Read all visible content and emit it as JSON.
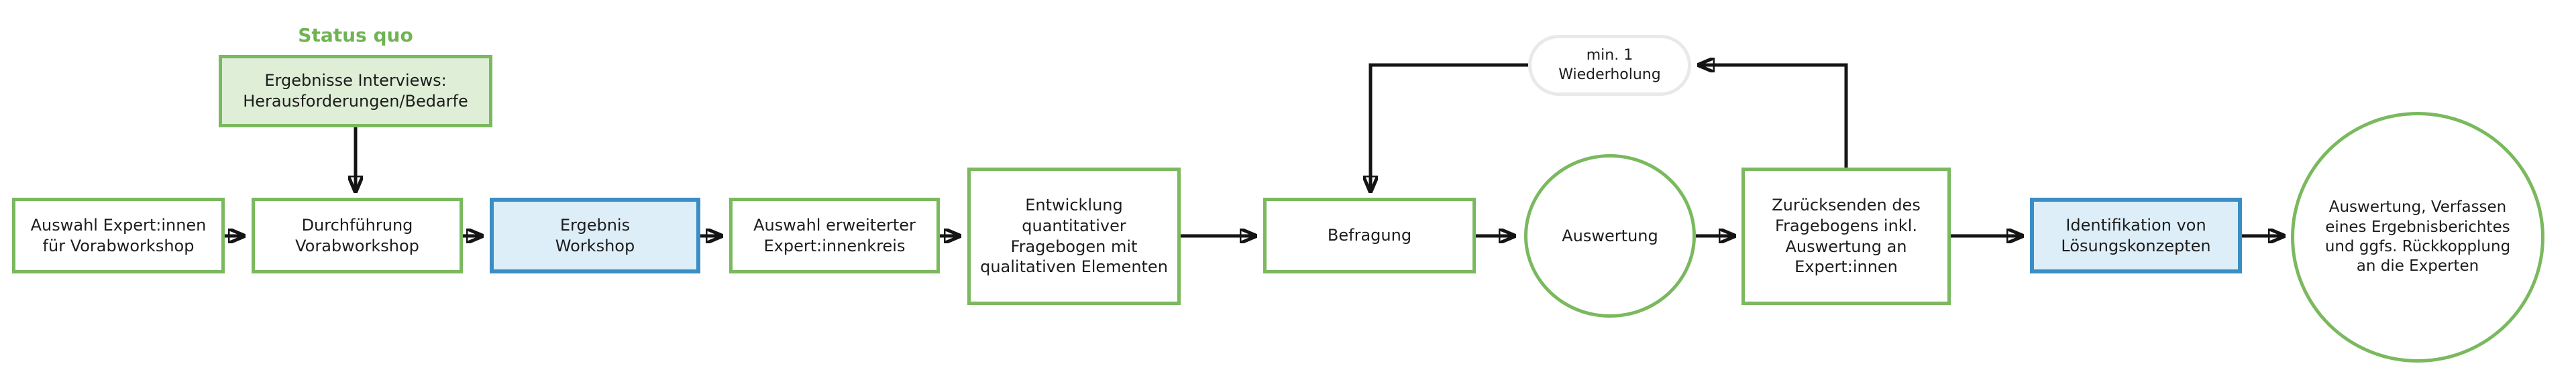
{
  "diagram": {
    "title": "Status quo",
    "loop_label": [
      "min. 1",
      "Wiederholung"
    ],
    "status_quo_box": {
      "label": [
        "Ergebnisse Interviews:",
        "Herausforderungen/Bedarfe"
      ]
    },
    "nodes": [
      {
        "id": "auswahl-expertinnen",
        "type": "process-green",
        "label": [
          "Auswahl Expert:innen",
          "für Vorabworkshop"
        ]
      },
      {
        "id": "durchfuehrung",
        "type": "process-green",
        "label": [
          "Durchführung",
          "Vorabworkshop"
        ]
      },
      {
        "id": "ergebnis-workshop",
        "type": "result-blue",
        "label": [
          "Ergebnis",
          "Workshop"
        ]
      },
      {
        "id": "auswahl-erweiterter",
        "type": "process-green",
        "label": [
          "Auswahl erweiterter",
          "Expert:innenkreis"
        ]
      },
      {
        "id": "entwicklung-fragebogen",
        "type": "process-green",
        "label": [
          "Entwicklung",
          "quantitativer",
          "Fragebogen mit",
          "qualitativen Elementen"
        ]
      },
      {
        "id": "befragung",
        "type": "process-green",
        "label": [
          "Befragung"
        ]
      },
      {
        "id": "auswertung",
        "type": "ellipse-green",
        "label": [
          "Auswertung"
        ]
      },
      {
        "id": "zuruecksenden",
        "type": "process-green",
        "label": [
          "Zurücksenden des",
          "Fragebogens inkl.",
          "Auswertung an",
          "Expert:innen"
        ]
      },
      {
        "id": "identifikation",
        "type": "result-blue",
        "label": [
          "Identifikation von",
          "Lösungskonzepten"
        ]
      },
      {
        "id": "abschluss",
        "type": "circle-green",
        "label": [
          "Auswertung, Verfassen",
          "eines Ergebnisberichtes",
          "und ggfs. Rückkopplung",
          "an die Experten"
        ]
      }
    ],
    "colors": {
      "green_border": "#7ab95e",
      "green_fill_light": "#dfeed7",
      "green_title_text": "#6fb352",
      "blue_border": "#3a8ec5",
      "blue_fill_light": "#ddeef8",
      "stadium_border_gray": "#e9e9e7",
      "arrow_black": "#141414",
      "text_dark": "#1d1d1d"
    }
  }
}
